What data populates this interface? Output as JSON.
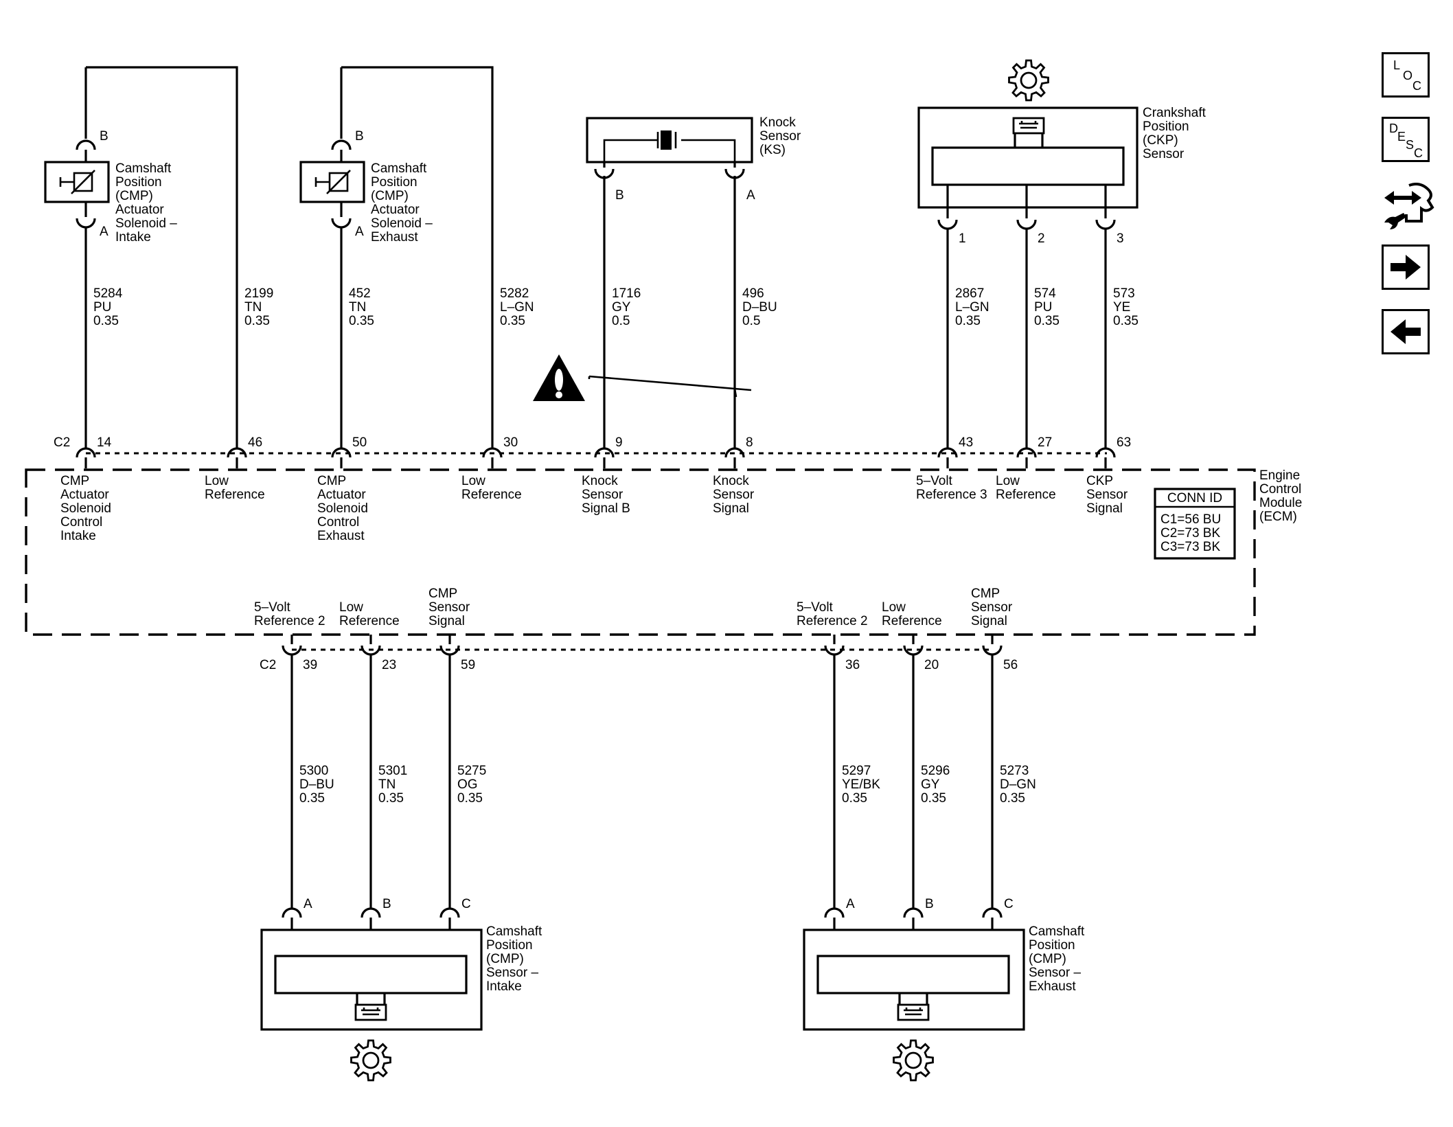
{
  "components": {
    "cmp_actuator_intake": {
      "lines": [
        "Camshaft",
        "Position",
        "(CMP)",
        "Actuator",
        "Solenoid –",
        "Intake"
      ],
      "pin_top": "B",
      "pin_bottom": "A"
    },
    "cmp_actuator_exhaust": {
      "lines": [
        "Camshaft",
        "Position",
        "(CMP)",
        "Actuator",
        "Solenoid –",
        "Exhaust"
      ],
      "pin_top": "B",
      "pin_bottom": "A"
    },
    "knock_sensor": {
      "lines": [
        "Knock",
        "Sensor",
        "(KS)"
      ],
      "pin_left": "B",
      "pin_right": "A"
    },
    "ckp_sensor": {
      "lines": [
        "Crankshaft",
        "Position",
        "(CKP)",
        "Sensor"
      ],
      "pins": [
        "1",
        "2",
        "3"
      ]
    },
    "cmp_sensor_intake": {
      "lines": [
        "Camshaft",
        "Position",
        "(CMP)",
        "Sensor –",
        "Intake"
      ],
      "pins": [
        "A",
        "B",
        "C"
      ]
    },
    "cmp_sensor_exhaust": {
      "lines": [
        "Camshaft",
        "Position",
        "(CMP)",
        "Sensor –",
        "Exhaust"
      ],
      "pins": [
        "A",
        "B",
        "C"
      ]
    }
  },
  "ecm": {
    "label": [
      "Engine",
      "Control",
      "Module",
      "(ECM)"
    ],
    "conn_id": {
      "title": "CONN ID",
      "rows": [
        "C1=56 BU",
        "C2=73 BK",
        "C3=73 BK"
      ]
    },
    "top_connector": "C2",
    "bottom_connector": "C2",
    "top_pins": [
      "14",
      "46",
      "50",
      "30",
      "9",
      "8",
      "43",
      "27",
      "63"
    ],
    "bottom_pins": [
      "39",
      "23",
      "59",
      "36",
      "20",
      "56"
    ],
    "top_labels": [
      [
        "CMP",
        "Actuator",
        "Solenoid",
        "Control",
        "Intake"
      ],
      [
        "Low",
        "Reference"
      ],
      [
        "CMP",
        "Actuator",
        "Solenoid",
        "Control",
        "Exhaust"
      ],
      [
        "Low",
        "Reference"
      ],
      [
        "Knock",
        "Sensor",
        "Signal B"
      ],
      [
        "Knock",
        "Sensor",
        "Signal"
      ],
      [
        "5–Volt",
        "Reference 3"
      ],
      [
        "Low",
        "Reference"
      ],
      [
        "CKP",
        "Sensor",
        "Signal"
      ]
    ],
    "bottom_labels": [
      [
        "5–Volt",
        "Reference 2"
      ],
      [
        "Low",
        "Reference"
      ],
      [
        "CMP",
        "Sensor",
        "Signal"
      ],
      [
        "5–Volt",
        "Reference 2"
      ],
      [
        "Low",
        "Reference"
      ],
      [
        "CMP",
        "Sensor",
        "Signal"
      ]
    ]
  },
  "wires": {
    "upper": [
      [
        "5284",
        "PU",
        "0.35"
      ],
      [
        "2199",
        "TN",
        "0.35"
      ],
      [
        "452",
        "TN",
        "0.35"
      ],
      [
        "5282",
        "L–GN",
        "0.35"
      ],
      [
        "1716",
        "GY",
        "0.5"
      ],
      [
        "496",
        "D–BU",
        "0.5"
      ],
      [
        "2867",
        "L–GN",
        "0.35"
      ],
      [
        "574",
        "PU",
        "0.35"
      ],
      [
        "573",
        "YE",
        "0.35"
      ]
    ],
    "lower": [
      [
        "5300",
        "D–BU",
        "0.35"
      ],
      [
        "5301",
        "TN",
        "0.35"
      ],
      [
        "5275",
        "OG",
        "0.35"
      ],
      [
        "5297",
        "YE/BK",
        "0.35"
      ],
      [
        "5296",
        "GY",
        "0.35"
      ],
      [
        "5273",
        "D–GN",
        "0.35"
      ]
    ]
  },
  "icons": [
    "warning-icon",
    "gear-icon",
    "sensor-magnet-icon"
  ],
  "sidebar": {
    "loc": {
      "letters": [
        "L",
        "O",
        "C"
      ],
      "icon": "location-icon"
    },
    "desc": {
      "letters": [
        "D",
        "E",
        "S",
        "C"
      ],
      "icon": "description-icon"
    },
    "connector": {
      "icon": "connector-end-view-icon"
    },
    "next": {
      "icon": "arrow-right-icon"
    },
    "prev": {
      "icon": "arrow-left-icon"
    }
  }
}
